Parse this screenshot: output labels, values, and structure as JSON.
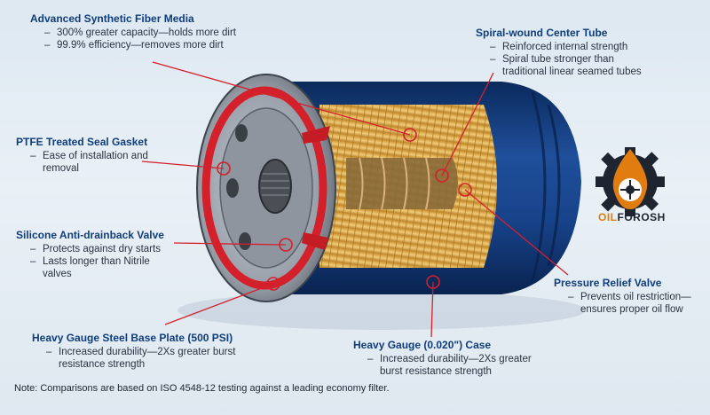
{
  "callouts": {
    "synthetic_media": {
      "title": "Advanced Synthetic Fiber Media",
      "items": [
        "300% greater capacity—holds more dirt",
        "99.9% efficiency—removes more dirt"
      ]
    },
    "center_tube": {
      "title": "Spiral-wound Center Tube",
      "items": [
        "Reinforced internal strength",
        "Spiral tube stronger than traditional linear seamed tubes"
      ]
    },
    "seal_gasket": {
      "title": "PTFE Treated Seal Gasket",
      "items": [
        "Ease of installation and removal"
      ]
    },
    "antidrain_valve": {
      "title": "Silicone Anti-drainback Valve",
      "items": [
        "Protects against dry starts",
        "Lasts longer than Nitrile valves"
      ]
    },
    "relief_valve": {
      "title": "Pressure Relief Valve",
      "items": [
        "Prevents oil restriction—ensures proper oil flow"
      ]
    },
    "base_plate": {
      "title": "Heavy Gauge Steel Base Plate (500 PSI)",
      "items": [
        "Increased durability—2Xs greater burst resistance strength"
      ]
    },
    "case": {
      "title": "Heavy Gauge (0.020\") Case",
      "items": [
        "Increased durability—2Xs greater burst resistance strength"
      ]
    }
  },
  "note": "Note: Comparisons are based on ISO 4548-12 testing against a leading economy filter.",
  "logo": {
    "part1": "OIL",
    "part2": "FOROSH"
  },
  "colors": {
    "title": "#0f3d7a",
    "leader": "#d3202a",
    "case": "#143a78",
    "media": "#e3b24f",
    "logo_orange": "#e07c10"
  }
}
